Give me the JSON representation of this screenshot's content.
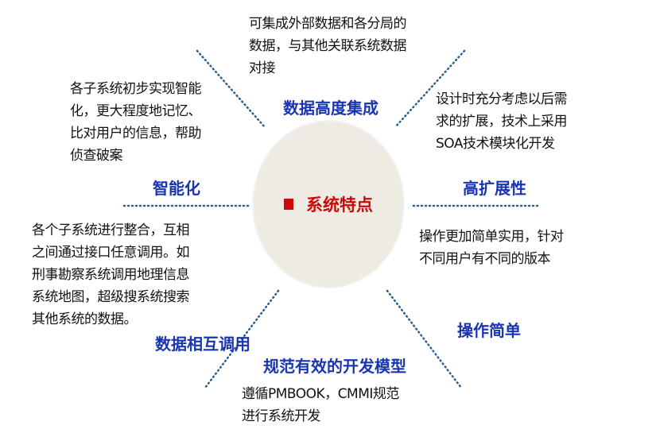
{
  "center": {
    "title": "系统特点",
    "color": "#cc0a0a",
    "fill": "#eeebe3"
  },
  "accent": "#1a35b0",
  "features": {
    "integration": {
      "label": "数据高度集成",
      "desc": [
        "可集成外部数据和各分局的",
        "数据，与其他关联系统数据",
        "对接"
      ]
    },
    "extensibility": {
      "label": "高扩展性",
      "desc": [
        "设计时充分考虑以后需",
        "求的扩展，技术上采用",
        "SOA技术模块化开发"
      ]
    },
    "usability": {
      "label": "操作简单",
      "desc": [
        "操作更加简单实用，针对",
        "不同用户有不同的版本"
      ]
    },
    "standard": {
      "label": "规范有效的开发模型",
      "desc": [
        "遵循PMBOOK，CMMI规范",
        "进行系统开发"
      ]
    },
    "interop": {
      "label": "数据相互调用",
      "desc": [
        "各个子系统进行整合，互相",
        "之间通过接口任意调用。如",
        "刑事勘察系统调用地理信息",
        "系统地图，超级搜系统搜索",
        "其他系统的数据。"
      ]
    },
    "intelligence": {
      "label": "智能化",
      "desc": [
        "各子系统初步实现智能",
        "化，更大程度地记忆、",
        "比对用户的信息，帮助",
        "侦查破案"
      ]
    }
  }
}
